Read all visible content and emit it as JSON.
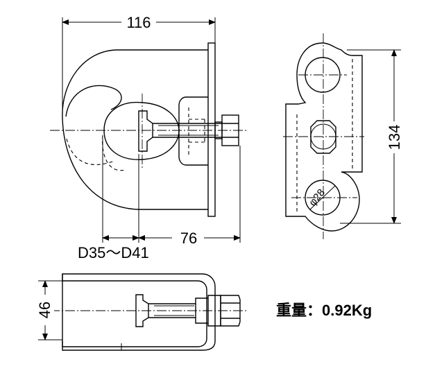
{
  "dimensions": {
    "width_116": "116",
    "height_134": "134",
    "diameter_28": "φ28",
    "range_d35_d41": "D35～D41",
    "length_76": "76",
    "height_46": "46"
  },
  "weight": {
    "label": "重量：",
    "value": "0.92Kg"
  }
}
